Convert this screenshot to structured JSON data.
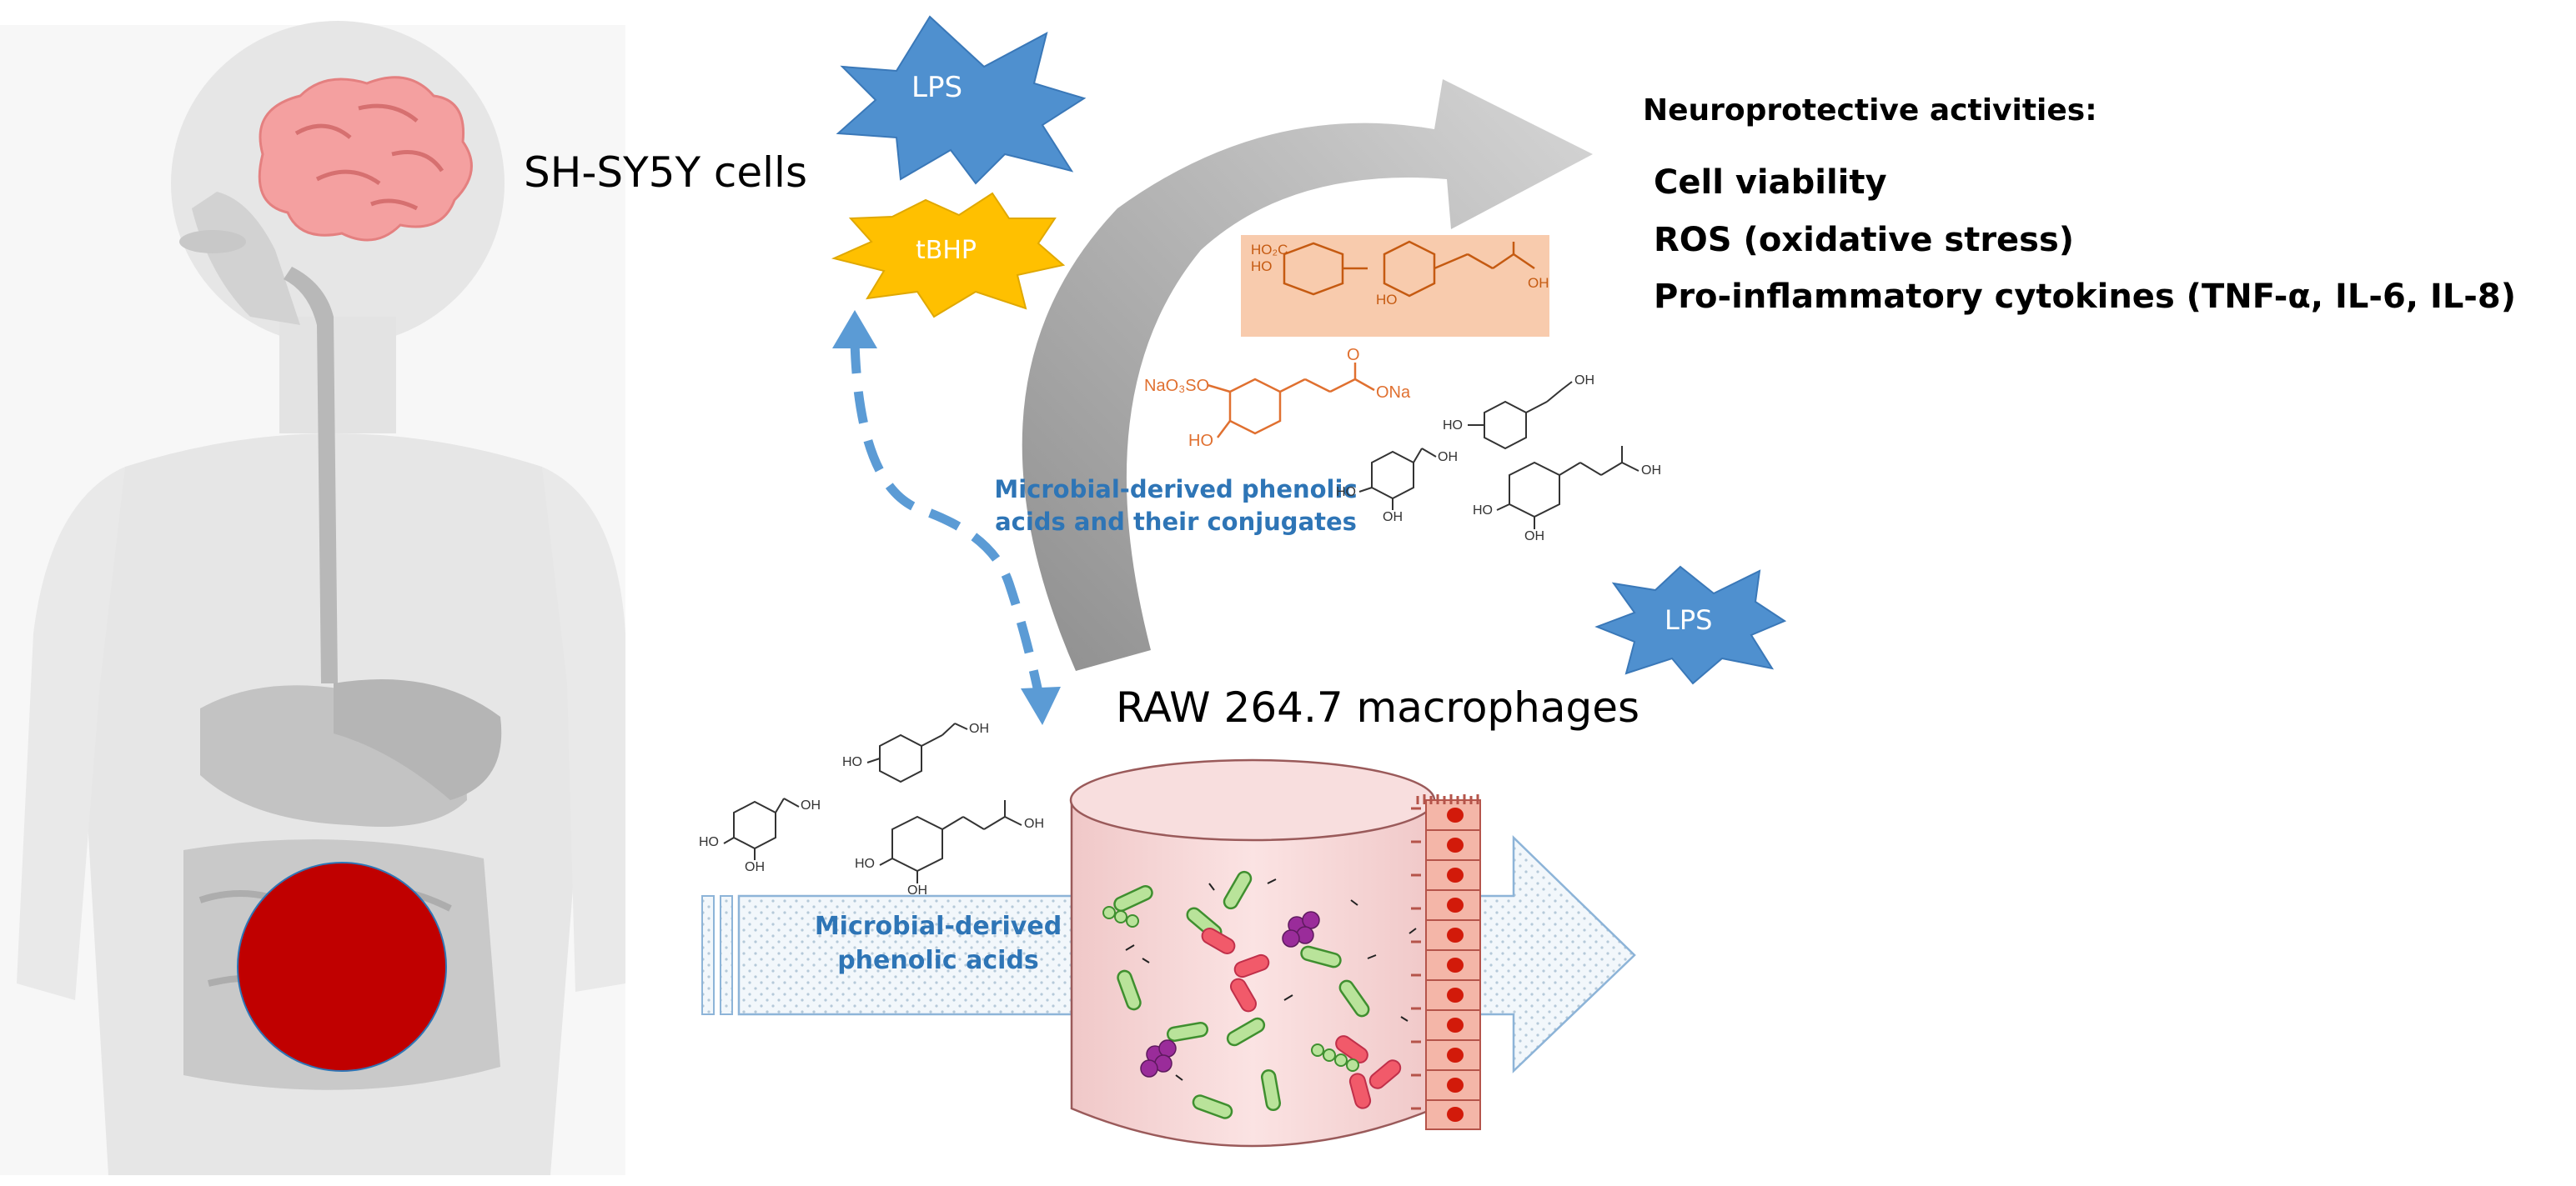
{
  "labels": {
    "sh_sy5y": "SH-SY5Y cells",
    "raw": "RAW 264.7 macrophages",
    "lps_top": "LPS",
    "lps_mid": "LPS",
    "tbhp": "tBHP",
    "microbial_conjugates": "Microbial-derived phenolic acids and their conjugates",
    "microbial_acids": "Microbial-derived phenolic acids"
  },
  "activities": {
    "heading": "Neuroprotective activities:",
    "items": [
      "Cell viability",
      "ROS (oxidative stress)",
      "Pro-inflammatory cytokines (TNF-α, IL-6, IL-8)"
    ]
  },
  "chem_labels": {
    "ho2c": "HO₂C",
    "ho": "HO",
    "oh": "OH",
    "o": "O",
    "naso3o": "NaO₃SO",
    "ona": "ONa"
  },
  "colors": {
    "starburst_blue": "#4f90cf",
    "starburst_yellow": "#ffc000",
    "blue_text": "#2e75b6",
    "organ_red": "#c00000",
    "brain_pink": "#f4a0a0",
    "orange_molecule": "#e07030",
    "gut_wall": "#f6d2d2"
  }
}
